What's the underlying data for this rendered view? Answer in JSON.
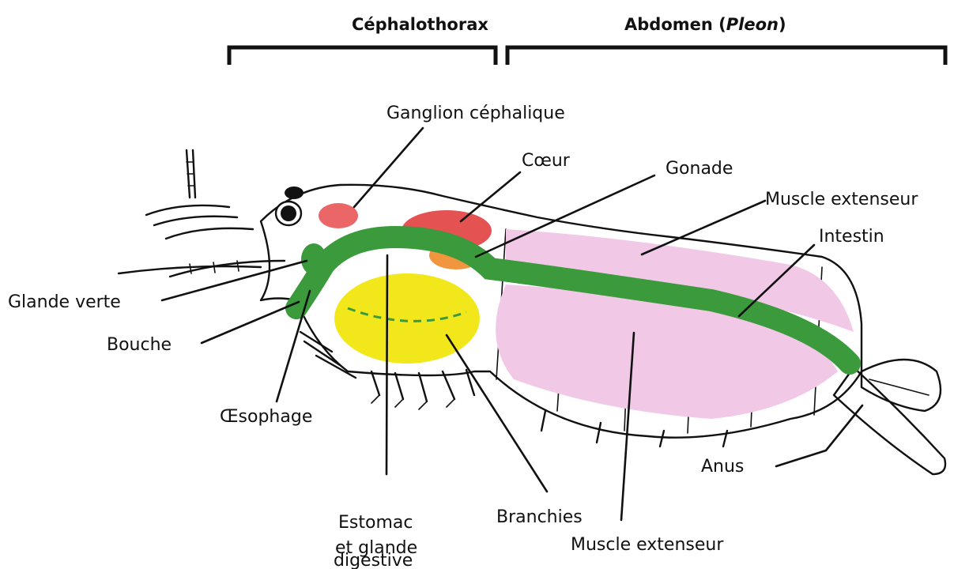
{
  "headers": {
    "cephalothorax": "Céphalothorax",
    "abdomen_main": "Abdomen (",
    "abdomen_italic": "Pleon",
    "abdomen_close": ")"
  },
  "labels": {
    "ganglion": "Ganglion céphalique",
    "coeur": "Cœur",
    "gonade": "Gonade",
    "muscle_top": "Muscle extenseur",
    "intestin": "Intestin",
    "glande_verte": "Glande verte",
    "bouche": "Bouche",
    "oesophage": "Œsophage",
    "estomac_1": "Estomac",
    "estomac_2": "et glande",
    "estomac_3": "digestive",
    "branchies": "Branchies",
    "muscle_bottom": "Muscle extenseur",
    "anus": "Anus"
  },
  "colors": {
    "ganglion": "#e84b4b",
    "coeur": "#e03a3a",
    "gonade": "#f08a2a",
    "digestive_tract": "#3a9a3c",
    "glande_verte": "#3a9a3c",
    "estomac": "#f1e60f",
    "muscle": "#f1c8e6",
    "outline": "#111111"
  }
}
